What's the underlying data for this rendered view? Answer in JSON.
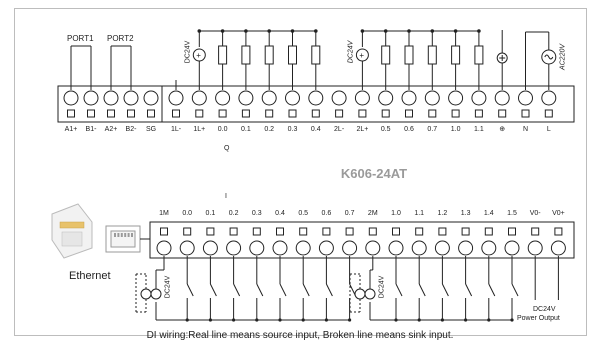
{
  "model_name": "K606-24AT",
  "ports": {
    "port1": "PORT1",
    "port2": "PORT2"
  },
  "comm_terminals": [
    "A1+",
    "B1-",
    "A2+",
    "B2-",
    "SG"
  ],
  "top_terminals": [
    "1L-",
    "1L+",
    "0.0",
    "0.1",
    "0.2",
    "0.3",
    "0.4",
    "2L-",
    "2L+",
    "0.5",
    "0.6",
    "0.7",
    "1.0",
    "1.1",
    "⊕",
    "N",
    "L"
  ],
  "output_group_label": "Q",
  "input_group_label": "I",
  "bottom_terminals": [
    "1M",
    "0.0",
    "0.1",
    "0.2",
    "0.3",
    "0.4",
    "0.5",
    "0.6",
    "0.7",
    "2M",
    "1.0",
    "1.1",
    "1.2",
    "1.3",
    "1.4",
    "1.5",
    "V0-",
    "V0+"
  ],
  "supply_labels": {
    "dc_left": "DC24V",
    "dc_right": "DC24V",
    "ac": "AC220V",
    "dc_in_left": "DC24V",
    "dc_in_right": "DC24V"
  },
  "ethernet_label": "Ethernet",
  "power_output_line1": "DC24V",
  "power_output_line2": "Power Output",
  "footnote": "DI wiring:Real line means source input, Broken line means sink input.",
  "colors": {
    "line": "#222222",
    "frame": "#bdbdbd",
    "model": "#9a9a9a",
    "jack": "#e8c26a"
  }
}
